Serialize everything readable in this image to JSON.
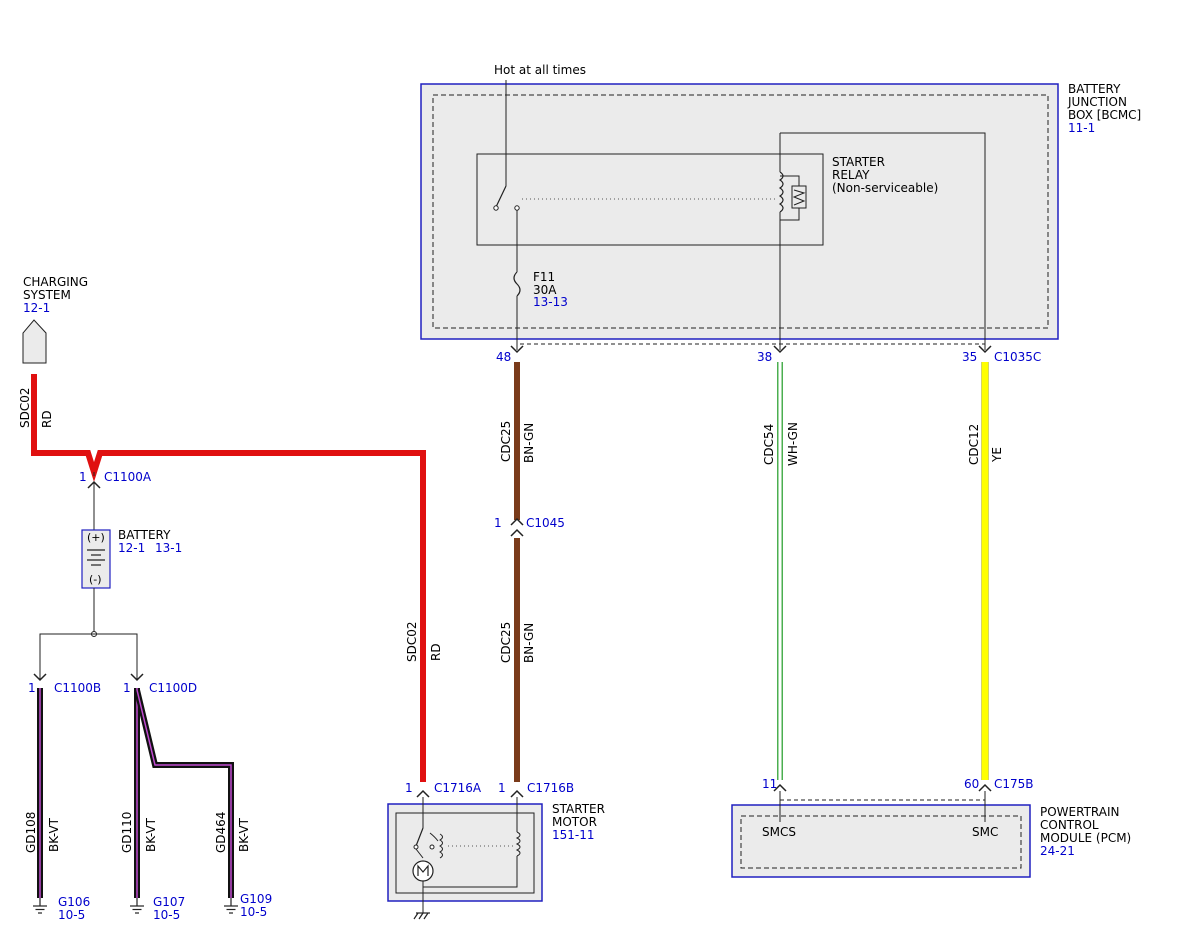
{
  "labels": {
    "hot_at_all_times": "Hot at all times",
    "bjb_line1": "BATTERY",
    "bjb_line2": "JUNCTION",
    "bjb_line3": "BOX [BCMC]",
    "bjb_ref": "11-1",
    "relay_line1": "STARTER",
    "relay_line2": "RELAY",
    "relay_line3": "(Non-serviceable)",
    "fuse_name": "F11",
    "fuse_rating": "30A",
    "fuse_ref": "13-13",
    "charging_line1": "CHARGING",
    "charging_line2": "SYSTEM",
    "charging_ref": "12-1",
    "battery_name": "BATTERY",
    "battery_ref1": "12-1",
    "battery_ref2": "13-1",
    "battery_plus": "(+)",
    "battery_minus": "(-)",
    "starter_line1": "STARTER",
    "starter_line2": "MOTOR",
    "starter_ref": "151-11",
    "pcm_line1": "POWERTRAIN",
    "pcm_line2": "CONTROL",
    "pcm_line3": "MODULE (PCM)",
    "pcm_ref": "24-21",
    "pcm_pin_smcs": "SMCS",
    "pcm_pin_smc": "SMC"
  },
  "connectors": {
    "c1100a": {
      "pin": "1",
      "name": "C1100A"
    },
    "c1100b": {
      "pin": "1",
      "name": "C1100B"
    },
    "c1100d": {
      "pin": "1",
      "name": "C1100D"
    },
    "c1716a": {
      "pin": "1",
      "name": "C1716A"
    },
    "c1716b": {
      "pin": "1",
      "name": "C1716B"
    },
    "c1045": {
      "pin": "1",
      "name": "C1045"
    },
    "c1035c_48": {
      "pin": "48"
    },
    "c1035c_38": {
      "pin": "38"
    },
    "c1035c_35": {
      "pin": "35",
      "name": "C1035C"
    },
    "c175b_11": {
      "pin": "11"
    },
    "c175b_60": {
      "pin": "60",
      "name": "C175B"
    }
  },
  "wires": {
    "sdc02_top": {
      "circuit": "SDC02",
      "color": "RD"
    },
    "sdc02_bottom": {
      "circuit": "SDC02",
      "color": "RD"
    },
    "cdc25_top": {
      "circuit": "CDC25",
      "color": "BN-GN"
    },
    "cdc25_bottom": {
      "circuit": "CDC25",
      "color": "BN-GN"
    },
    "cdc54": {
      "circuit": "CDC54",
      "color": "WH-GN"
    },
    "cdc12": {
      "circuit": "CDC12",
      "color": "YE"
    },
    "gd108": {
      "circuit": "GD108",
      "color": "BK-VT"
    },
    "gd110": {
      "circuit": "GD110",
      "color": "BK-VT"
    },
    "gd464": {
      "circuit": "GD464",
      "color": "BK-VT"
    }
  },
  "grounds": {
    "g106": {
      "name": "G106",
      "ref": "10-5"
    },
    "g107": {
      "name": "G107",
      "ref": "10-5"
    },
    "g109": {
      "name": "G109",
      "ref": "10-5"
    }
  },
  "colors": {
    "wire_red": "#e01010",
    "wire_brown": "#7a3b1a",
    "wire_yellow": "#ffff00",
    "wire_green_stripe": "#4caf50",
    "wire_black": "#111111",
    "wire_violet": "#c04ad0",
    "component_blue": "#2020c0",
    "component_fill": "#ebebeb",
    "label_blue": "#0000cc"
  }
}
